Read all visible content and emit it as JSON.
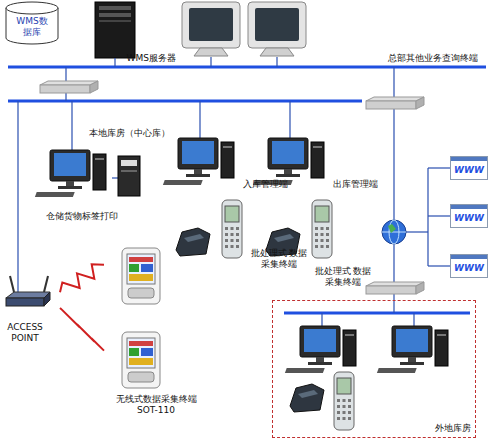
{
  "diagram": {
    "nodes": [
      {
        "text": [
          "WMS数据库"
        ]
      },
      {
        "text": [
          "WMS服务器"
        ]
      },
      {
        "text": [
          "总部其他业务查询终端"
        ]
      },
      {
        "text": [
          "本地库房（中心库）"
        ]
      },
      {
        "text": [
          "仓储货物标签打印"
        ]
      },
      {
        "text": [
          "入库管理端"
        ]
      },
      {
        "text": [
          "出库管理端"
        ]
      },
      {
        "text": [
          "批处理式 数据采集终端"
        ]
      },
      {
        "text": [
          "批处理式 数据采集终端"
        ]
      },
      {
        "text": [
          "ACCESS POINT"
        ]
      },
      {
        "text": [
          "无线式数据采集终端 SOT-110"
        ]
      },
      {
        "text": [
          "WWW"
        ]
      },
      {
        "text": [
          "WWW"
        ]
      },
      {
        "text": [
          "WWW"
        ]
      },
      {
        "text": [
          "外地库房"
        ]
      }
    ],
    "edges": [
      {
        "from": 9,
        "to": 10,
        "arrow": "none"
      },
      {
        "from": 9,
        "to": 10,
        "arrow": "none"
      }
    ]
  }
}
